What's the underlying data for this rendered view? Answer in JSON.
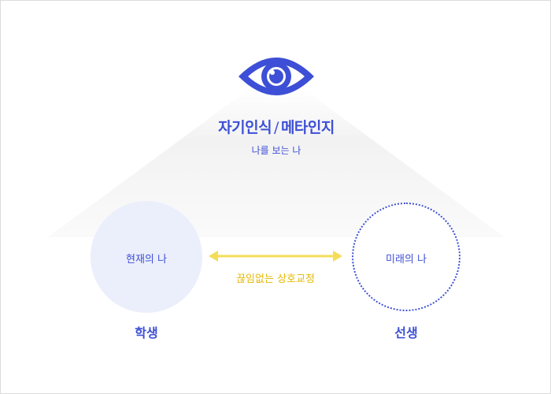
{
  "top": {
    "title_left": "자기인식",
    "title_sep": "/",
    "title_right": "메타인지",
    "subtitle": "나를 보는 나"
  },
  "left_node": {
    "label": "현재의 나",
    "role": "학생"
  },
  "right_node": {
    "label": "미래의 나",
    "role": "선생"
  },
  "connector": {
    "label": "끊임없는 상호교정"
  },
  "colors": {
    "primary": "#3d4fd6",
    "accent": "#f5dd5a",
    "accent_text": "#e5b800",
    "fill_light": "#ebeefb"
  },
  "icons": {
    "eye": "eye-icon",
    "arrow": "double-arrow-icon"
  }
}
